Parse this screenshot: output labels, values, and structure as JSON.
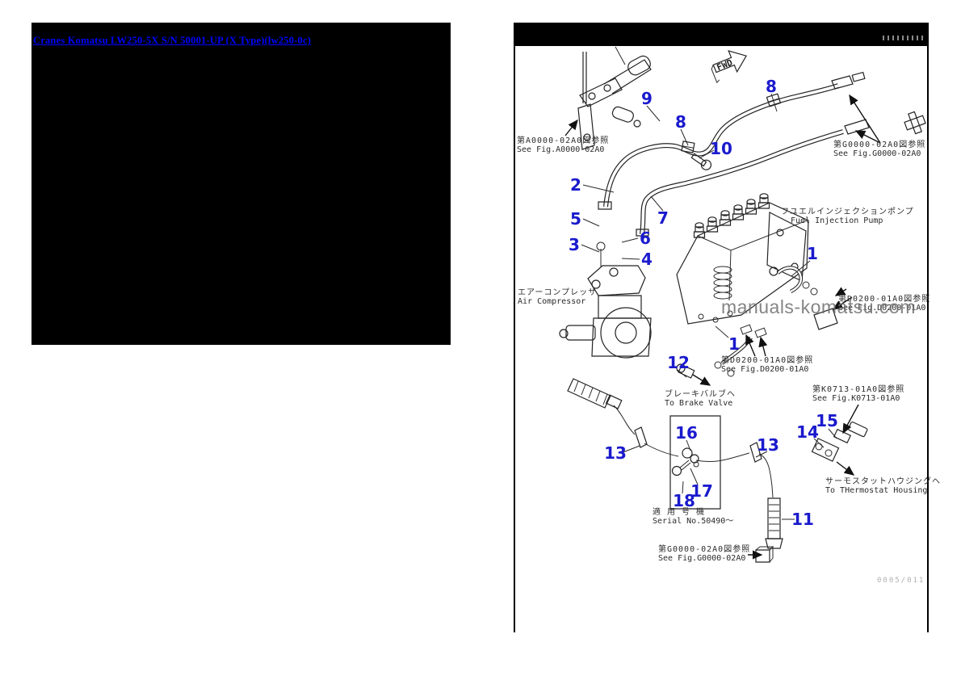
{
  "page": {
    "title_link": "Cranes Komatsu LW250-5X S/N 50001-UP (X Type)(lw250-0c)",
    "watermark": "manuals-komatsu.com",
    "page_code": "0005/011"
  },
  "colors": {
    "link_blue": "#0000ff",
    "callout_blue": "#1a1acd",
    "line_black": "#232323",
    "watermark_gray": "#6f6f6f"
  },
  "diagram": {
    "fwd_label": "FWD",
    "labels": {
      "pump_jp": "フユエルインジェクションポンプ",
      "pump_en": "Fuel Injection Pump",
      "compressor_jp": "エアーコンプレッサ",
      "compressor_en": "Air Compressor",
      "brake_jp": "ブレーキバルブヘ",
      "brake_en": "To Brake Valve",
      "thermostat_jp": "サーモスタットハウジングヘ",
      "thermostat_en": "To THermostat Housing",
      "serial_jp": "適 用 号 機",
      "serial_en": "Serial No.50490～"
    },
    "refs": {
      "a0000": {
        "jp": "第A0000-02A0図参照",
        "en": "See Fig.A0000-02A0"
      },
      "g0000_top": {
        "jp": "第G0000-02A0図参照",
        "en": "See Fig.G0000-02A0"
      },
      "d0200_right": {
        "jp": "第D0200-01A0図参照",
        "en": "See Fig.D0200-01A0"
      },
      "d0200_center": {
        "jp": "第D0200-01A0図参照",
        "en": "See Fig.D0200-01A0"
      },
      "k0713": {
        "jp": "第K0713-01A0図参照",
        "en": "See Fig.K0713-01A0"
      },
      "g0000_bottom": {
        "jp": "第G0000-02A0図参照",
        "en": "See Fig.G0000-02A0"
      }
    },
    "callouts": {
      "c9": {
        "label": "9"
      },
      "c8a": {
        "label": "8"
      },
      "c8b": {
        "label": "8"
      },
      "c10": {
        "label": "10"
      },
      "c2": {
        "label": "2"
      },
      "c7": {
        "label": "7"
      },
      "c5": {
        "label": "5"
      },
      "c6": {
        "label": "6"
      },
      "c3": {
        "label": "3"
      },
      "c4": {
        "label": "4"
      },
      "c1a": {
        "label": "1"
      },
      "c1b": {
        "label": "1"
      },
      "c12": {
        "label": "12"
      },
      "c13a": {
        "label": "13"
      },
      "c13b": {
        "label": "13"
      },
      "c16": {
        "label": "16"
      },
      "c17": {
        "label": "17"
      },
      "c18": {
        "label": "18"
      },
      "c15": {
        "label": "15"
      },
      "c14": {
        "label": "14"
      },
      "c11": {
        "label": "11"
      }
    }
  }
}
